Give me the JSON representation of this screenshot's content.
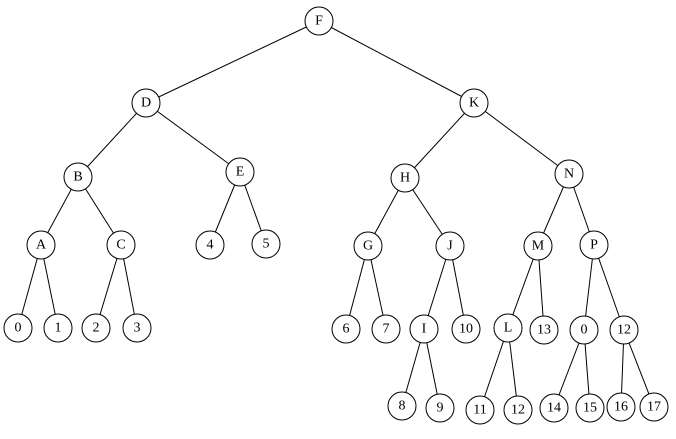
{
  "diagram": {
    "type": "tree",
    "nodes": [
      {
        "id": "F",
        "label": "F"
      },
      {
        "id": "D",
        "label": "D"
      },
      {
        "id": "K",
        "label": "K"
      },
      {
        "id": "B",
        "label": "B"
      },
      {
        "id": "E",
        "label": "E"
      },
      {
        "id": "H",
        "label": "H"
      },
      {
        "id": "N",
        "label": "N"
      },
      {
        "id": "A",
        "label": "A"
      },
      {
        "id": "C",
        "label": "C"
      },
      {
        "id": "n4",
        "label": "4"
      },
      {
        "id": "n5",
        "label": "5"
      },
      {
        "id": "G",
        "label": "G"
      },
      {
        "id": "J",
        "label": "J"
      },
      {
        "id": "M",
        "label": "M"
      },
      {
        "id": "P",
        "label": "P"
      },
      {
        "id": "n0a",
        "label": "0"
      },
      {
        "id": "n1",
        "label": "1"
      },
      {
        "id": "n2",
        "label": "2"
      },
      {
        "id": "n3",
        "label": "3"
      },
      {
        "id": "n6",
        "label": "6"
      },
      {
        "id": "n7",
        "label": "7"
      },
      {
        "id": "I",
        "label": "I"
      },
      {
        "id": "n10",
        "label": "10"
      },
      {
        "id": "L",
        "label": "L"
      },
      {
        "id": "n13",
        "label": "13"
      },
      {
        "id": "n0b",
        "label": "0"
      },
      {
        "id": "n12a",
        "label": "12"
      },
      {
        "id": "n8",
        "label": "8"
      },
      {
        "id": "n9",
        "label": "9"
      },
      {
        "id": "n11",
        "label": "11"
      },
      {
        "id": "n12b",
        "label": "12"
      },
      {
        "id": "n14",
        "label": "14"
      },
      {
        "id": "n15",
        "label": "15"
      },
      {
        "id": "n16",
        "label": "16"
      },
      {
        "id": "n17",
        "label": "17"
      }
    ],
    "edges": [
      [
        "F",
        "D"
      ],
      [
        "F",
        "K"
      ],
      [
        "D",
        "B"
      ],
      [
        "D",
        "E"
      ],
      [
        "K",
        "H"
      ],
      [
        "K",
        "N"
      ],
      [
        "B",
        "A"
      ],
      [
        "B",
        "C"
      ],
      [
        "E",
        "n4"
      ],
      [
        "E",
        "n5"
      ],
      [
        "H",
        "G"
      ],
      [
        "H",
        "J"
      ],
      [
        "N",
        "M"
      ],
      [
        "N",
        "P"
      ],
      [
        "A",
        "n0a"
      ],
      [
        "A",
        "n1"
      ],
      [
        "C",
        "n2"
      ],
      [
        "C",
        "n3"
      ],
      [
        "G",
        "n6"
      ],
      [
        "G",
        "n7"
      ],
      [
        "J",
        "I"
      ],
      [
        "J",
        "n10"
      ],
      [
        "M",
        "L"
      ],
      [
        "M",
        "n13"
      ],
      [
        "P",
        "n0b"
      ],
      [
        "P",
        "n12a"
      ],
      [
        "I",
        "n8"
      ],
      [
        "I",
        "n9"
      ],
      [
        "L",
        "n11"
      ],
      [
        "L",
        "n12b"
      ],
      [
        "n0b",
        "n14"
      ],
      [
        "n0b",
        "n15"
      ],
      [
        "n12a",
        "n16"
      ],
      [
        "n12a",
        "n17"
      ]
    ]
  }
}
